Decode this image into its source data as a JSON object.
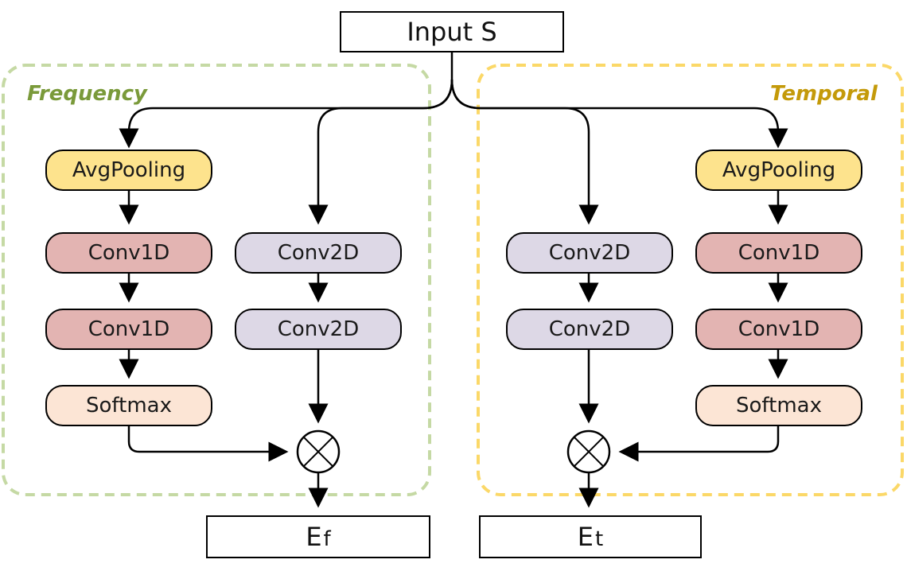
{
  "input": {
    "label": "Input S"
  },
  "frequency": {
    "title": "Frequency",
    "color": "#7a9a3a",
    "border_color": "#c5d9a4",
    "attention_branch": [
      "AvgPooling",
      "Conv1D",
      "Conv1D",
      "Softmax"
    ],
    "conv_branch": [
      "Conv2D",
      "Conv2D"
    ],
    "output": {
      "main": "E",
      "sub": "f"
    }
  },
  "temporal": {
    "title": "Temporal",
    "color": "#c49a0a",
    "border_color": "#fbd868",
    "attention_branch": [
      "AvgPooling",
      "Conv1D",
      "Conv1D",
      "Softmax"
    ],
    "conv_branch": [
      "Conv2D",
      "Conv2D"
    ],
    "output": {
      "main": "E",
      "sub": "t"
    }
  },
  "colors": {
    "avgpooling": "#fde38d",
    "conv1d": "#e3b4b2",
    "conv2d": "#ddd8e6",
    "softmax": "#fce5d5"
  }
}
